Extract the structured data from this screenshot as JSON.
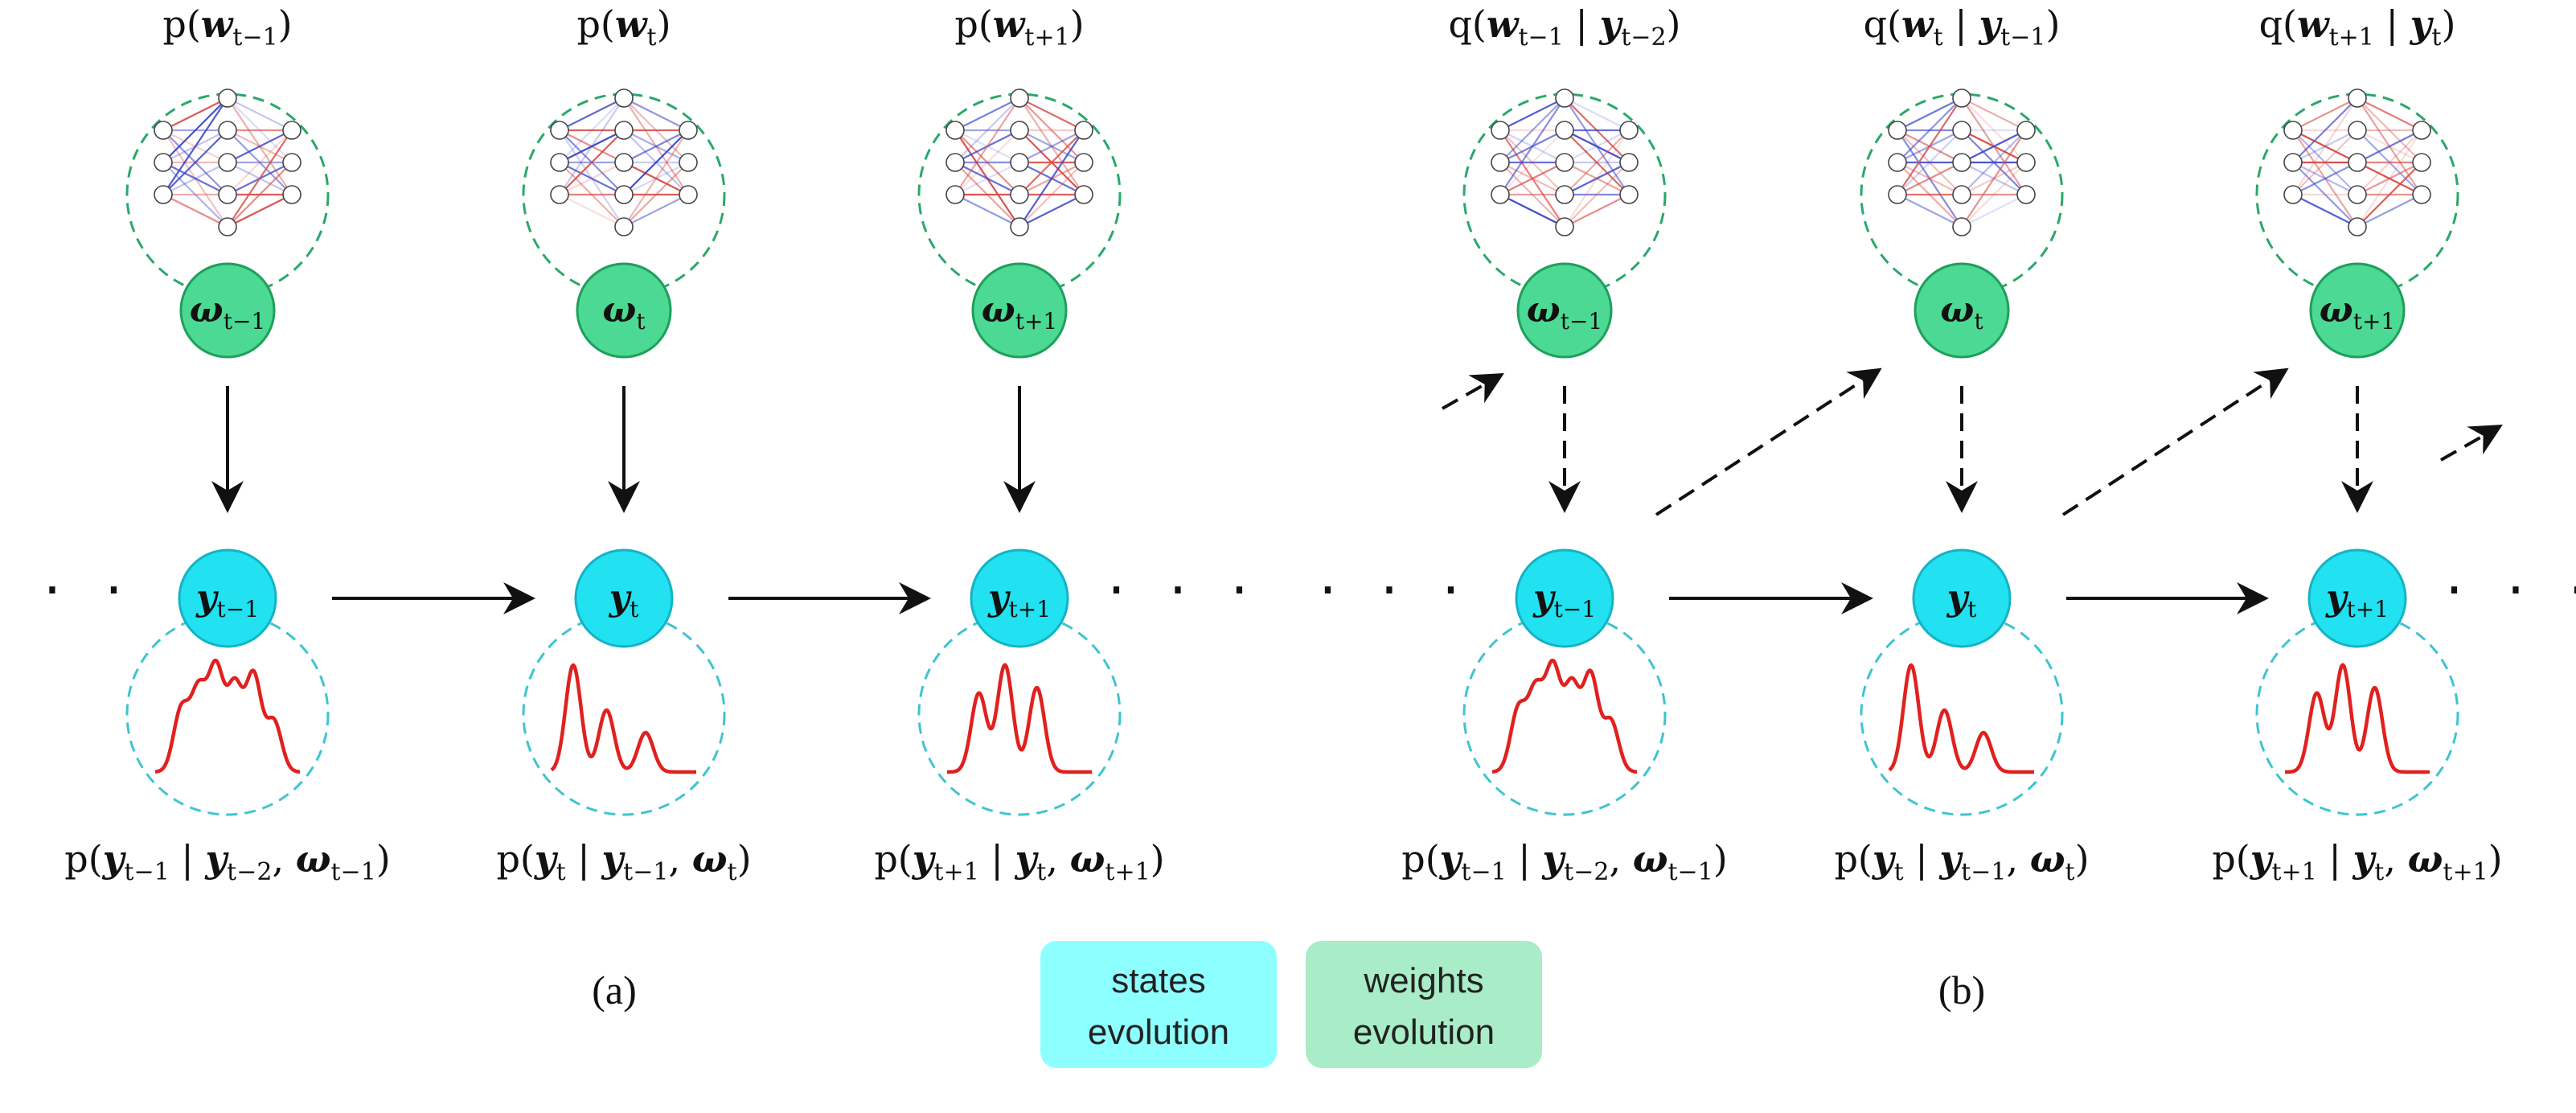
{
  "colors": {
    "state_node": "#22e1f0",
    "state_node_stroke": "#15b3c4",
    "weight_node": "#4cd993",
    "weight_node_stroke": "#1f9f5c",
    "weight_ring": "#2aa86a",
    "state_ring": "#3fc4cf",
    "density": "#e0211f",
    "edge_blue": "#3b46c8",
    "edge_red": "#d9504a",
    "legend_states": "#8effff",
    "legend_weights": "#a9ecc8"
  },
  "panels": [
    {
      "id": "a",
      "label": "(a)",
      "columns": [
        {
          "top": {
            "fn": "p(",
            "var": "w",
            "sub": "t−1",
            "close": ")",
            "cond": ""
          },
          "weight": {
            "sym": "ω",
            "sub": "t−1"
          },
          "state": {
            "sym": "y",
            "sub": "t−1"
          },
          "bottom": {
            "pre": "p(",
            "var": "y",
            "sub": "t−1",
            "mid": " | ",
            "v2": "y",
            "s2": "t−2",
            "mid2": ", ",
            "v3": "ω",
            "s3": "t−1",
            "close": ")"
          }
        },
        {
          "top": {
            "fn": "p(",
            "var": "w",
            "sub": "t",
            "close": ")",
            "cond": ""
          },
          "weight": {
            "sym": "ω",
            "sub": "t"
          },
          "state": {
            "sym": "y",
            "sub": "t"
          },
          "bottom": {
            "pre": "p(",
            "var": "y",
            "sub": "t",
            "mid": " | ",
            "v2": "y",
            "s2": "t−1",
            "mid2": ", ",
            "v3": "ω",
            "s3": "t",
            "close": ")"
          }
        },
        {
          "top": {
            "fn": "p(",
            "var": "w",
            "sub": "t+1",
            "close": ")",
            "cond": ""
          },
          "weight": {
            "sym": "ω",
            "sub": "t+1"
          },
          "state": {
            "sym": "y",
            "sub": "t+1"
          },
          "bottom": {
            "pre": "p(",
            "var": "y",
            "sub": "t+1",
            "mid": " | ",
            "v2": "y",
            "s2": "t",
            "mid2": ", ",
            "v3": "ω",
            "s3": "t+1",
            "close": ")"
          }
        }
      ]
    },
    {
      "id": "b",
      "label": "(b)",
      "columns": [
        {
          "top": {
            "fn": "q(",
            "var": "w",
            "sub": "t−1",
            "cond": " | ",
            "cvar": "y",
            "csub": "t−2",
            "close": ")"
          },
          "weight": {
            "sym": "ω",
            "sub": "t−1"
          },
          "state": {
            "sym": "y",
            "sub": "t−1"
          },
          "bottom": {
            "pre": "p(",
            "var": "y",
            "sub": "t−1",
            "mid": " | ",
            "v2": "y",
            "s2": "t−2",
            "mid2": ", ",
            "v3": "ω",
            "s3": "t−1",
            "close": ")"
          }
        },
        {
          "top": {
            "fn": "q(",
            "var": "w",
            "sub": "t",
            "cond": " | ",
            "cvar": "y",
            "csub": "t−1",
            "close": ")"
          },
          "weight": {
            "sym": "ω",
            "sub": "t"
          },
          "state": {
            "sym": "y",
            "sub": "t"
          },
          "bottom": {
            "pre": "p(",
            "var": "y",
            "sub": "t",
            "mid": " | ",
            "v2": "y",
            "s2": "t−1",
            "mid2": ", ",
            "v3": "ω",
            "s3": "t",
            "close": ")"
          }
        },
        {
          "top": {
            "fn": "q(",
            "var": "w",
            "sub": "t+1",
            "cond": " | ",
            "cvar": "y",
            "csub": "t",
            "close": ")"
          },
          "weight": {
            "sym": "ω",
            "sub": "t+1"
          },
          "state": {
            "sym": "y",
            "sub": "t+1"
          },
          "bottom": {
            "pre": "p(",
            "var": "y",
            "sub": "t+1",
            "mid": " | ",
            "v2": "y",
            "s2": "t",
            "mid2": ", ",
            "v3": "ω",
            "s3": "t+1",
            "close": ")"
          }
        }
      ]
    }
  ],
  "ellipsis": "· · ·",
  "legend": [
    {
      "line1": "states",
      "line2": "evolution",
      "color_key": "legend_states"
    },
    {
      "line1": "weights",
      "line2": "evolution",
      "color_key": "legend_weights"
    }
  ]
}
